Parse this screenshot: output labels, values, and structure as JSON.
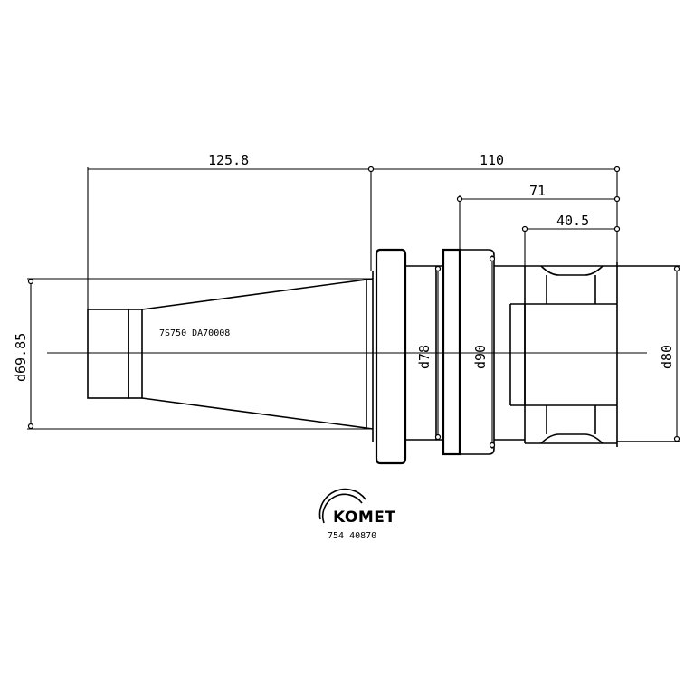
{
  "dimensions": {
    "taper_length": "125.8",
    "total_length": "110",
    "body_length": "71",
    "bore_depth": "40.5",
    "taper_diameter": "d69.85",
    "flange_diameter": "d78",
    "body_diameter": "d90",
    "bore_diameter": "d80"
  },
  "part_code": "7S750 DA70008",
  "logo": {
    "brand": "KOMET",
    "model": "754 40870"
  }
}
